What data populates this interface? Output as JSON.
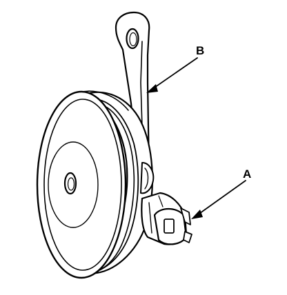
{
  "callouts": [
    {
      "id": "A",
      "label": "A"
    },
    {
      "id": "B",
      "label": "B"
    }
  ],
  "colors": {
    "ink": "#000000",
    "paper": "#ffffff"
  }
}
